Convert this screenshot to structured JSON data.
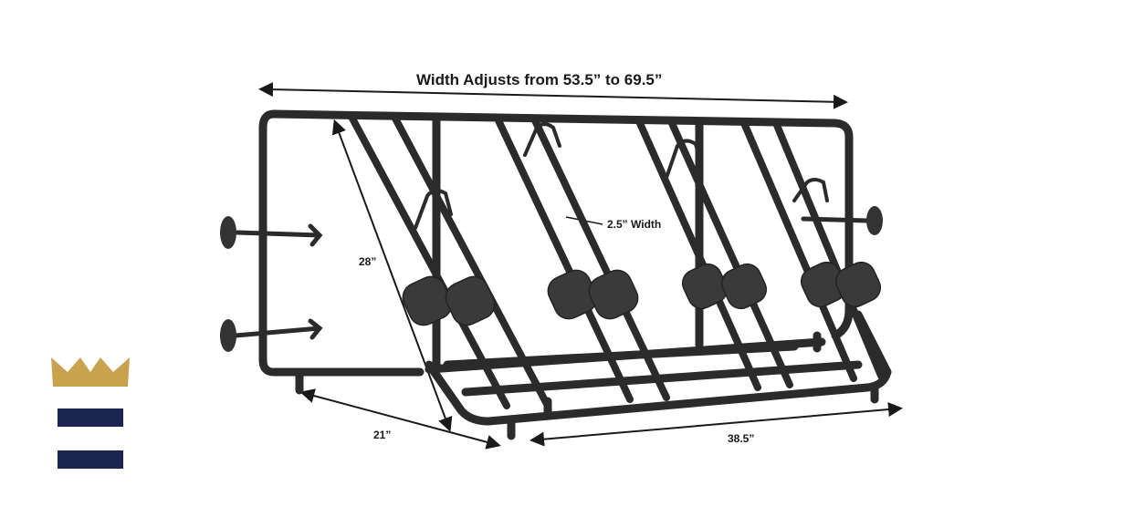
{
  "product": {
    "name": "Truck bed bike rack",
    "dimensions": {
      "width_label": "Width Adjusts from 53.5” to 69.5”",
      "height_label": "28”",
      "tube_label": "2.5” Width",
      "depth_label": "21”",
      "length_label": "38.5”"
    }
  },
  "logo": {
    "name": "crown-badge-icon",
    "gold": "#C9A24E",
    "navy": "#1B2550"
  },
  "colors": {
    "rack": "#2b2b2b",
    "foam": "#3a3a3a",
    "background": "#ffffff"
  }
}
